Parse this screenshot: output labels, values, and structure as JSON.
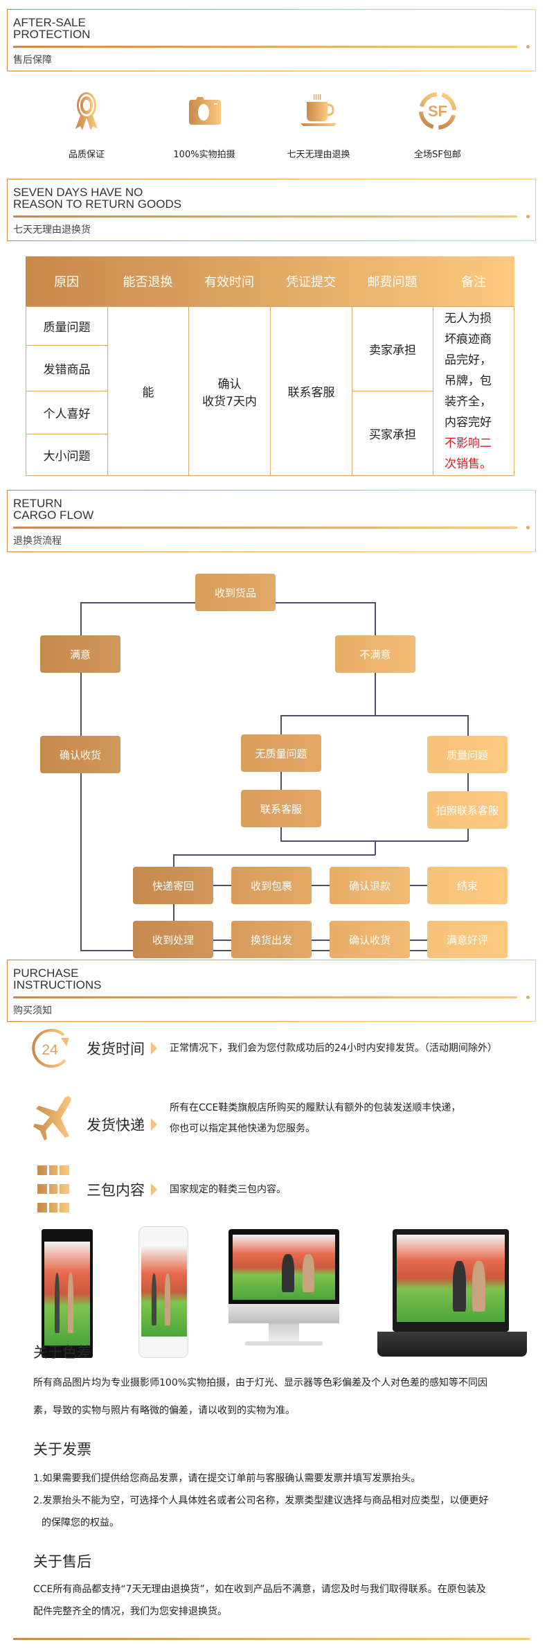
{
  "sections": {
    "after_sale": {
      "en_line1": "AFTER-SALE",
      "en_line2": "PROTECTION",
      "cn": "售后保障"
    },
    "seven_days": {
      "en_line1": "SEVEN DAYS HAVE NO",
      "en_line2": "REASON TO RETURN GOODS",
      "cn": "七天无理由退换货"
    },
    "cargo_flow": {
      "en_line1": "RETURN",
      "en_line2": "CARGO FLOW",
      "cn": "退换货流程"
    },
    "purchase": {
      "en_line1": "PURCHASE",
      "en_line2": "INSTRUCTIONS",
      "cn": "购买须知"
    }
  },
  "features": [
    {
      "icon": "award-ribbon-icon",
      "label": "品质保证"
    },
    {
      "icon": "camera-icon",
      "label": "100%实物拍摄"
    },
    {
      "icon": "coffee-cup-icon",
      "label": "七天无理由退换"
    },
    {
      "icon": "sf-express-icon",
      "label": "全场SF包邮"
    }
  ],
  "table": {
    "headers": [
      "原因",
      "能否退换",
      "有效时间",
      "凭证提交",
      "邮费问题",
      "备注"
    ],
    "reasons": [
      "质量问题",
      "发错商品",
      "个人喜好",
      "大小问题"
    ],
    "can_return": "能",
    "valid_time_line1": "确认",
    "valid_time_line2": "收货7天内",
    "proof": "联系客服",
    "postage_seller": "卖家承担",
    "postage_buyer": "买家承担",
    "note_normal": "无人为损坏痕迹商品完好，吊牌，包装齐全，内容完好",
    "note_red": "不影响二次销售。"
  },
  "flow": {
    "received": "收到货品",
    "satisfied": "满意",
    "unsatisfied": "不满意",
    "confirm_receipt": "确认收货",
    "no_quality_issue": "无质量问题",
    "quality_issue": "质量问题",
    "contact_service": "联系客服",
    "photo_contact_service": "拍照联系客服",
    "row1": [
      "快递寄回",
      "收到包裹",
      "确认退款",
      "结束"
    ],
    "row2": [
      "收到处理",
      "换货出发",
      "确认收货",
      "满意好评"
    ]
  },
  "purchase": [
    {
      "icon": "clock-24h-icon",
      "icon_text": "24",
      "title": "发货时间",
      "lines": [
        "正常情况下，我们会为您付款成功后的24小时内安排发货。（活动期间除外）"
      ]
    },
    {
      "icon": "airplane-icon",
      "title": "发货快递",
      "lines": [
        "所有在CCE鞋类旗舰店所购买的履默认有额外的包装发送顺丰快递，",
        "你也可以指定其他快递为您服务。"
      ]
    },
    {
      "icon": "grid-icon",
      "title": "三包内容",
      "lines": [
        "国家规定的鞋类三包内容。"
      ]
    }
  ],
  "info": [
    {
      "title": "关于色差",
      "paragraphs": [
        "所有商品图片均为专业摄影师100%实物拍摄，由于灯光、显示器等色彩偏差及个人对色差的感知等不同因",
        "素，导致的实物与照片有略微的偏差，请以收到的实物为准。"
      ]
    },
    {
      "title": "关于发票",
      "paragraphs": [
        "1.如果需要我们提供给您商品发票，请在提交订单前与客服确认需要发票并填写发票抬头。",
        "2.发票抬头不能为空，可选择个人具体姓名或者公司名称，发票类型建议选择与商品相对应类型，以便更好",
        "的保障您的权益。"
      ]
    },
    {
      "title": "关于售后",
      "paragraphs": [
        "CCE所有商品都支持“7天无理由退换货”，如在收到产品后不满意，请您及时与我们取得联系。在原包装及",
        "配件完整齐全的情况，我们为您安排退换货。"
      ]
    }
  ],
  "colors": {
    "gold_dark": "#c8894b",
    "gold_light": "#fdc97e",
    "red": "#e8141c",
    "line": "#4a5066"
  }
}
